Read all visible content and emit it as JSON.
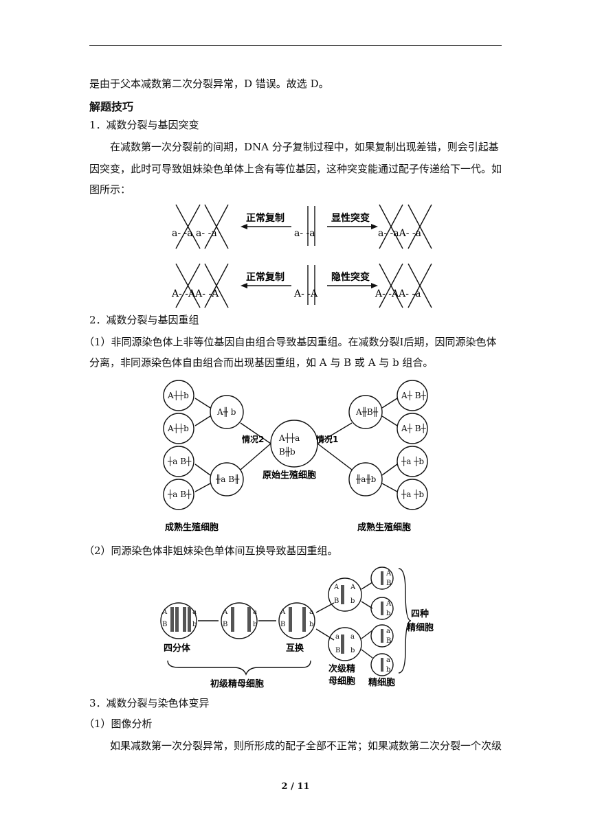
{
  "lines": {
    "l1": "是由于父本减数第二次分裂异常，D 错误。故选 D。",
    "heading": "解题技巧",
    "s1": "1．减数分裂与基因突变",
    "p1a": "在减数第一次分裂前的间期，DNA 分子复制过程中，如果复制出现差错，则会引起基",
    "p1b": "因突变，此时可导致姐妹染色单体上含有等位基因，这种突变能通过配子传递给下一代。如",
    "p1c": "图所示：",
    "s2": "2．减数分裂与基因重组",
    "s2_1a": "（1）非同源染色体上非等位基因自由组合导致基因重组。在减数分裂Ⅰ后期，因同源染色体",
    "s2_1b": "分离，非同源染色体自由组合而出现基因重组，如 A 与 B 或 A 与 b 组合。",
    "s2_2": "（2）同源染色体非姐妹染色单体间互换导致基因重组。",
    "s3": "3．减数分裂与染色体变异",
    "s3_1": "（1）图像分析",
    "p3": "如果减数第一次分裂异常，则所形成的配子全部不正常；如果减数第二次分裂一个次级"
  },
  "fig1": {
    "normal_replication": "正常复制",
    "dominant_mutation": "显性突变",
    "recessive_mutation": "隐性突变",
    "row1_left": "a-  -a a-  -a",
    "row1_center": "a- -a",
    "row1_right": "a-  -aA-  -a",
    "row2_left": "A-  -AA-  -A",
    "row2_center": "A- -A",
    "row2_right": "A-  -AA-  -a"
  },
  "fig2": {
    "case1": "情况1",
    "case2": "情况2",
    "original_cell": "原始生殖细胞",
    "mature_left": "成熟生殖细胞",
    "mature_right": "成熟生殖细胞"
  },
  "fig3": {
    "tetrad": "四分体",
    "crossover": "互换",
    "primary": "初级精母细胞",
    "secondary_1": "次级精",
    "secondary_2": "母细胞",
    "sperm": "精细胞",
    "four_kinds_1": "四种",
    "four_kinds_2": "精细胞"
  },
  "footer": {
    "page": "2 / 11"
  }
}
